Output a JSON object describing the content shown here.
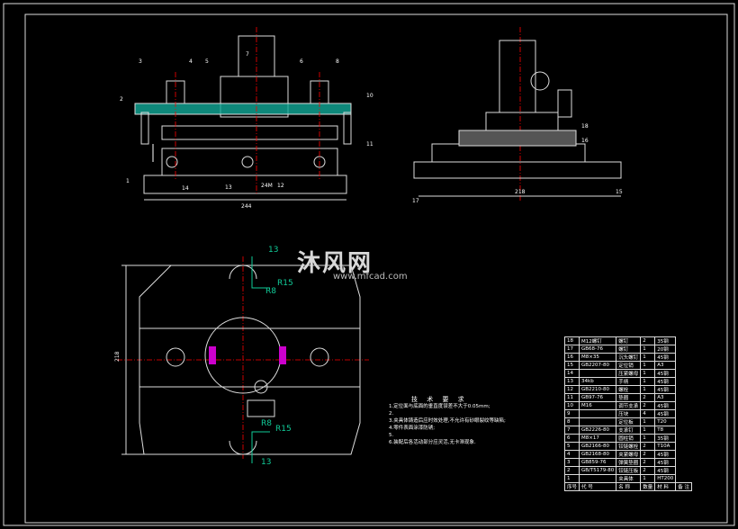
{
  "watermark": {
    "brand": "沐风网",
    "url": "www.mfcad.com"
  },
  "dimensions": {
    "front_width": "244",
    "side_width": "218",
    "plan_height": "218",
    "d13_top": "13",
    "r15_top": "R15",
    "r8_top": "R8",
    "r8_bottom": "R8",
    "r15_bottom": "R15",
    "d13_bottom": "13",
    "thread": "24M"
  },
  "balloons_front": [
    "3",
    "4",
    "5",
    "2",
    "7",
    "6",
    "8",
    "10",
    "11",
    "1",
    "14",
    "13",
    "12"
  ],
  "balloons_side": [
    "18",
    "16",
    "15",
    "17"
  ],
  "tech_requirements": {
    "title": "技 术 要 求",
    "items": [
      "1.定位面与底面的垂直度误差不大于0.05mm;",
      "2.",
      "3.夹具体铸造后应时效处理,不允许有砂眼裂纹等缺陷;",
      "4.零件表面涂漆防锈;",
      "5.",
      "6.装配后各活动部分应灵活,无卡滞现象."
    ]
  },
  "parts_table": {
    "rows": [
      [
        "18",
        "M12螺钉",
        "螺钉",
        "2",
        "35钢"
      ],
      [
        "17",
        "GB68-76",
        "螺钉",
        "1",
        "20钢"
      ],
      [
        "16",
        "M8×35",
        "沉头螺钉",
        "1",
        "45钢"
      ],
      [
        "15",
        "GB2207-80",
        "定位销",
        "1",
        "A3"
      ],
      [
        "14",
        "",
        "压紧螺母",
        "1",
        "45钢"
      ],
      [
        "13",
        "34kb",
        "手柄",
        "1",
        "45钢"
      ],
      [
        "12",
        "GB2210-80",
        "螺栓",
        "1",
        "45钢"
      ],
      [
        "11",
        "GB97-76",
        "垫圈",
        "2",
        "A3"
      ],
      [
        "10",
        "M16",
        "调节支承",
        "2",
        "45钢"
      ],
      [
        "9",
        "",
        "压块",
        "4",
        "45钢"
      ],
      [
        "8",
        "",
        "定位板",
        "1",
        "T20"
      ],
      [
        "7",
        "GB2226-80",
        "支承钉",
        "1",
        "T8"
      ],
      [
        "6",
        "M8×17",
        "圆柱销",
        "1",
        "35钢"
      ],
      [
        "5",
        "GB2166-80",
        "铰链螺栓",
        "2",
        "T10A"
      ],
      [
        "4",
        "GB2168-80",
        "夹紧螺母",
        "2",
        "45钢"
      ],
      [
        "3",
        "GB859-76",
        "弹簧垫圈",
        "2",
        "45钢"
      ],
      [
        "2",
        "GB/T5179-80",
        "铰链压板",
        "2",
        "45钢"
      ],
      [
        "1",
        "",
        "夹具体",
        "1",
        "HT200"
      ]
    ],
    "header": [
      "序号",
      "代 号",
      "名 称",
      "数量",
      "材 料",
      "备 注"
    ]
  }
}
